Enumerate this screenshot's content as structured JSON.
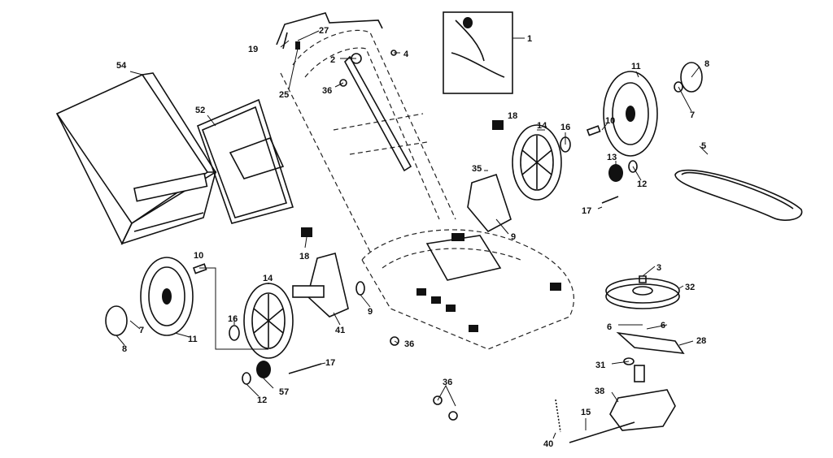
{
  "diagram": {
    "labels": [
      {
        "id": "l1",
        "text": "1"
      },
      {
        "id": "l2",
        "text": "2"
      },
      {
        "id": "l3",
        "text": "3"
      },
      {
        "id": "l4",
        "text": "4"
      },
      {
        "id": "l5",
        "text": "5"
      },
      {
        "id": "l6a",
        "text": "6"
      },
      {
        "id": "l6b",
        "text": "6"
      },
      {
        "id": "l7a",
        "text": "7"
      },
      {
        "id": "l7b",
        "text": "7"
      },
      {
        "id": "l8a",
        "text": "8"
      },
      {
        "id": "l8b",
        "text": "8"
      },
      {
        "id": "l9a",
        "text": "9"
      },
      {
        "id": "l9b",
        "text": "9"
      },
      {
        "id": "l10a",
        "text": "10"
      },
      {
        "id": "l10b",
        "text": "10"
      },
      {
        "id": "l11a",
        "text": "11"
      },
      {
        "id": "l11b",
        "text": "11"
      },
      {
        "id": "l12a",
        "text": "12"
      },
      {
        "id": "l12b",
        "text": "12"
      },
      {
        "id": "l13",
        "text": "13"
      },
      {
        "id": "l14a",
        "text": "14"
      },
      {
        "id": "l14b",
        "text": "14"
      },
      {
        "id": "l15",
        "text": "15"
      },
      {
        "id": "l16a",
        "text": "16"
      },
      {
        "id": "l16b",
        "text": "16"
      },
      {
        "id": "l17a",
        "text": "17"
      },
      {
        "id": "l17b",
        "text": "17"
      },
      {
        "id": "l18a",
        "text": "18"
      },
      {
        "id": "l18b",
        "text": "18"
      },
      {
        "id": "l19",
        "text": "19"
      },
      {
        "id": "l25",
        "text": "25"
      },
      {
        "id": "l27",
        "text": "27"
      },
      {
        "id": "l28",
        "text": "28"
      },
      {
        "id": "l31",
        "text": "31"
      },
      {
        "id": "l32",
        "text": "32"
      },
      {
        "id": "l35",
        "text": "35"
      },
      {
        "id": "l36a",
        "text": "36"
      },
      {
        "id": "l36b",
        "text": "36"
      },
      {
        "id": "l36c",
        "text": "36"
      },
      {
        "id": "l38",
        "text": "38"
      },
      {
        "id": "l40",
        "text": "40"
      },
      {
        "id": "l41",
        "text": "41"
      },
      {
        "id": "l52",
        "text": "52"
      },
      {
        "id": "l54",
        "text": "54"
      },
      {
        "id": "l57",
        "text": "57"
      }
    ]
  }
}
